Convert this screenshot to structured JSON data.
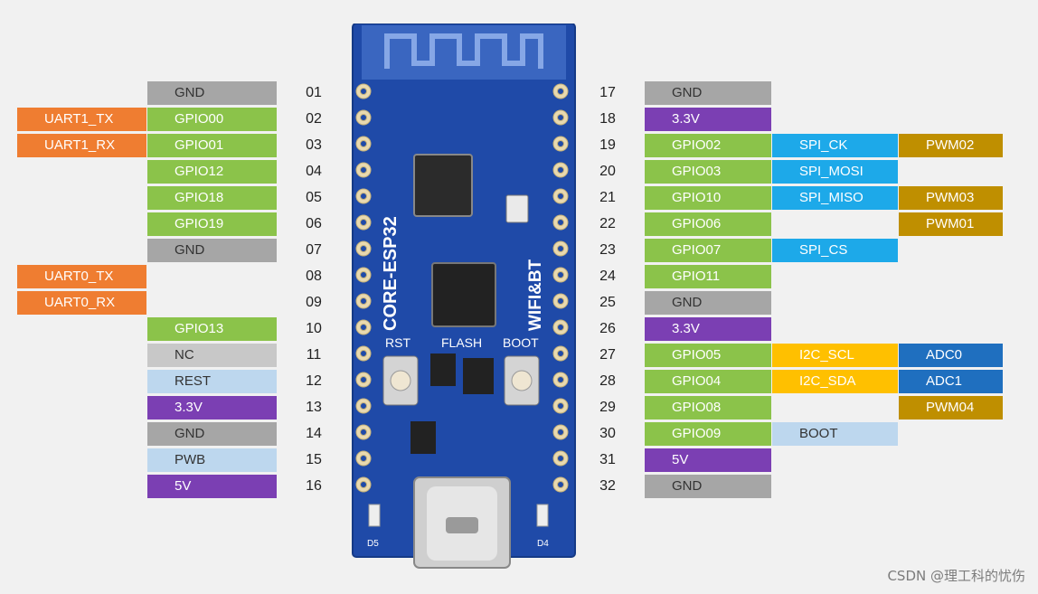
{
  "colors": {
    "gnd": "#a6a6a6",
    "gpio": "#8bc34a",
    "uart": "#ef7d31",
    "power33": "#7b3fb3",
    "nc": "#c8c8c8",
    "rest": "#bdd7ee",
    "spi": "#1da9e9",
    "pwm": "#bf8f00",
    "i2c": "#ffc000",
    "adc": "#1f6fbf",
    "board": "#1f4aa8"
  },
  "left_pins": [
    {
      "num": "01",
      "label": "GND",
      "type": "gnd"
    },
    {
      "num": "02",
      "label": "GPIO00",
      "type": "gpio",
      "alt": "UART1_TX"
    },
    {
      "num": "03",
      "label": "GPIO01",
      "type": "gpio",
      "alt": "UART1_RX"
    },
    {
      "num": "04",
      "label": "GPIO12",
      "type": "gpio"
    },
    {
      "num": "05",
      "label": "GPIO18",
      "type": "gpio"
    },
    {
      "num": "06",
      "label": "GPIO19",
      "type": "gpio"
    },
    {
      "num": "07",
      "label": "GND",
      "type": "gnd"
    },
    {
      "num": "08",
      "label": "",
      "type": "none",
      "alt": "UART0_TX"
    },
    {
      "num": "09",
      "label": "",
      "type": "none",
      "alt": "UART0_RX"
    },
    {
      "num": "10",
      "label": "GPIO13",
      "type": "gpio"
    },
    {
      "num": "11",
      "label": "NC",
      "type": "nc"
    },
    {
      "num": "12",
      "label": "REST",
      "type": "rest"
    },
    {
      "num": "13",
      "label": "3.3V",
      "type": "power33"
    },
    {
      "num": "14",
      "label": "GND",
      "type": "gnd"
    },
    {
      "num": "15",
      "label": "PWB",
      "type": "rest"
    },
    {
      "num": "16",
      "label": "5V",
      "type": "power33"
    }
  ],
  "right_pins": [
    {
      "num": "17",
      "label": "GND",
      "type": "gnd"
    },
    {
      "num": "18",
      "label": "3.3V",
      "type": "power33"
    },
    {
      "num": "19",
      "label": "GPIO02",
      "type": "gpio",
      "f1": "SPI_CK",
      "f1type": "spi",
      "f2": "PWM02",
      "f2type": "pwm"
    },
    {
      "num": "20",
      "label": "GPIO03",
      "type": "gpio",
      "f1": "SPI_MOSI",
      "f1type": "spi"
    },
    {
      "num": "21",
      "label": "GPIO10",
      "type": "gpio",
      "f1": "SPI_MISO",
      "f1type": "spi",
      "f2": "PWM03",
      "f2type": "pwm"
    },
    {
      "num": "22",
      "label": "GPIO06",
      "type": "gpio",
      "f2": "PWM01",
      "f2type": "pwm"
    },
    {
      "num": "23",
      "label": "GPIO07",
      "type": "gpio",
      "f1": "SPI_CS",
      "f1type": "spi"
    },
    {
      "num": "24",
      "label": "GPIO11",
      "type": "gpio"
    },
    {
      "num": "25",
      "label": "GND",
      "type": "gnd"
    },
    {
      "num": "26",
      "label": "3.3V",
      "type": "power33"
    },
    {
      "num": "27",
      "label": "GPIO05",
      "type": "gpio",
      "f1": "I2C_SCL",
      "f1type": "i2c",
      "f2": "ADC0",
      "f2type": "adc"
    },
    {
      "num": "28",
      "label": "GPIO04",
      "type": "gpio",
      "f1": "I2C_SDA",
      "f1type": "i2c",
      "f2": "ADC1",
      "f2type": "adc"
    },
    {
      "num": "29",
      "label": "GPIO08",
      "type": "gpio",
      "f2": "PWM04",
      "f2type": "pwm"
    },
    {
      "num": "30",
      "label": "GPIO09",
      "type": "gpio",
      "f1": "BOOT",
      "f1type": "rest"
    },
    {
      "num": "31",
      "label": "5V",
      "type": "power33"
    },
    {
      "num": "32",
      "label": "GND",
      "type": "gnd"
    }
  ],
  "board": {
    "chip_label": "CORE-ESP32",
    "wifi_label": "WIFI&BT",
    "rst_label": "RST",
    "flash_label": "FLASH",
    "boot_label": "BOOT",
    "led_d5": "D5",
    "led_d4": "D4"
  },
  "watermark": "CSDN @理工科的忧伤"
}
